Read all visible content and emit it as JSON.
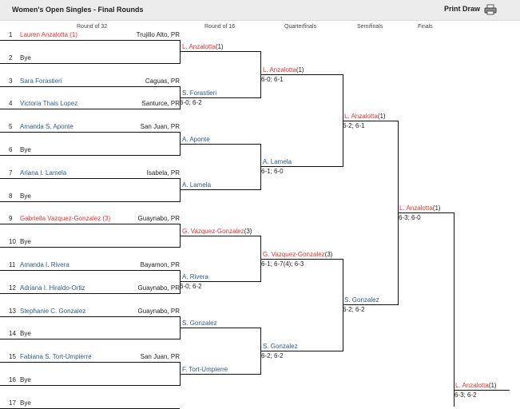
{
  "header": {
    "title": "Women's Open Singles - Final Rounds",
    "print_label": "Print Draw"
  },
  "rounds": [
    "Round of 32",
    "Round of 16",
    "Quarterfinals",
    "Semifinals",
    "Finals"
  ],
  "r32": [
    {
      "num": "1",
      "name": "Lauren Anzalotta",
      "seed": " (1)",
      "loc": "Trujillo Alto, PR",
      "style": "red"
    },
    {
      "num": "2",
      "name": "Bye",
      "seed": "",
      "loc": "",
      "style": "dark"
    },
    {
      "num": "3",
      "name": "Sara Forastieri",
      "seed": "",
      "loc": "Caguas, PR",
      "style": "blue"
    },
    {
      "num": "4",
      "name": "Victoria Thais Lopez",
      "seed": "",
      "loc": "Santurce, PR",
      "style": "blue"
    },
    {
      "num": "5",
      "name": "Amanda S. Aponte",
      "seed": "",
      "loc": "San Juan, PR",
      "style": "blue"
    },
    {
      "num": "6",
      "name": "Bye",
      "seed": "",
      "loc": "",
      "style": "dark"
    },
    {
      "num": "7",
      "name": "Ariana I. Lamela",
      "seed": "",
      "loc": "Isabela, PR",
      "style": "blue"
    },
    {
      "num": "8",
      "name": "Bye",
      "seed": "",
      "loc": "",
      "style": "dark"
    },
    {
      "num": "9",
      "name": "Gabriella Vazquez-Gonzalez",
      "seed": " (3)",
      "loc": "Guaynabo, PR",
      "style": "red"
    },
    {
      "num": "10",
      "name": "Bye",
      "seed": "",
      "loc": "",
      "style": "dark"
    },
    {
      "num": "11",
      "name": "Amanda I. Rivera",
      "seed": "",
      "loc": "Bayamon, PR",
      "style": "blue"
    },
    {
      "num": "12",
      "name": "Adriana I. Hiraldo-Ortiz",
      "seed": "",
      "loc": "Guaynabo, PR",
      "style": "blue"
    },
    {
      "num": "13",
      "name": "Stephanie C. Gonzalez",
      "seed": "",
      "loc": "Guaynabo, PR",
      "style": "blue"
    },
    {
      "num": "14",
      "name": "Bye",
      "seed": "",
      "loc": "",
      "style": "dark"
    },
    {
      "num": "15",
      "name": "Fabiana S. Tort-Umpierre",
      "seed": "",
      "loc": "San Juan, PR",
      "style": "blue"
    },
    {
      "num": "16",
      "name": "Bye",
      "seed": "",
      "loc": "",
      "style": "dark"
    },
    {
      "num": "17",
      "name": "Bye",
      "seed": "",
      "loc": "",
      "style": "dark"
    }
  ],
  "r16": [
    {
      "name": "L. Anzalotta",
      "seed": "(1)",
      "style": "red",
      "score": ""
    },
    {
      "name": "S. Forastieri",
      "seed": "",
      "style": "blue",
      "score": "6-0; 6-2"
    },
    {
      "name": "A. Aponte",
      "seed": "",
      "style": "blue",
      "score": ""
    },
    {
      "name": "A. Lamela",
      "seed": "",
      "style": "blue",
      "score": ""
    },
    {
      "name": "G. Vazquez-Gonzalez",
      "seed": "(3)",
      "style": "red",
      "score": ""
    },
    {
      "name": "A. Rivera",
      "seed": "",
      "style": "blue",
      "score": "6-0; 6-2"
    },
    {
      "name": "S. Gonzalez",
      "seed": "",
      "style": "blue",
      "score": ""
    },
    {
      "name": "F. Tort-Umpierre",
      "seed": "",
      "style": "blue",
      "score": ""
    }
  ],
  "qf": [
    {
      "name": "L. Anzalotta",
      "seed": "(1)",
      "style": "red",
      "score": "6-0; 6-1"
    },
    {
      "name": "A. Lamela",
      "seed": "",
      "style": "blue",
      "score": "6-1; 6-0"
    },
    {
      "name": "G. Vazquez-Gonzalez",
      "seed": "(3)",
      "style": "red",
      "score": "6-1; 6-7(4); 6-3"
    },
    {
      "name": "S. Gonzalez",
      "seed": "",
      "style": "blue",
      "score": "6-2; 6-2"
    }
  ],
  "sf": [
    {
      "name": "L. Anzalotta",
      "seed": "(1)",
      "style": "red",
      "score": "6-2; 6-1"
    },
    {
      "name": "S. Gonzalez",
      "seed": "",
      "style": "blue",
      "score": "6-2; 6-2"
    }
  ],
  "final": [
    {
      "name": "L. Anzalotta",
      "seed": "(1)",
      "style": "red",
      "score": "6-3; 6-0"
    }
  ],
  "champion": {
    "name": "L. Anzalotta",
    "seed": "(1)",
    "style": "red",
    "score": "6-3; 6-2"
  }
}
